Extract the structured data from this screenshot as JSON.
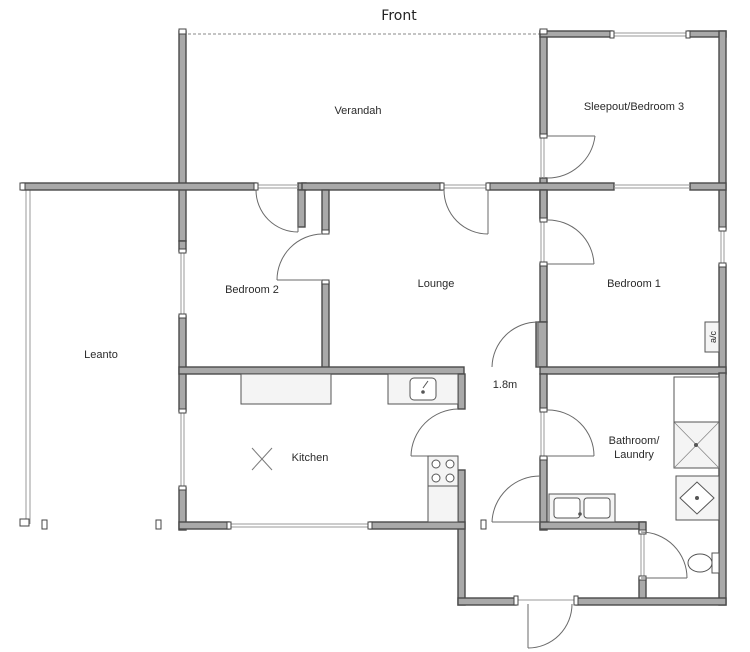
{
  "plan": {
    "title": "Front",
    "rooms": {
      "verandah": "Verandah",
      "sleepout": "Sleepout/Bedroom 3",
      "bedroom2": "Bedroom 2",
      "lounge": "Lounge",
      "bedroom1": "Bedroom 1",
      "leanto": "Leanto",
      "kitchen": "Kitchen",
      "bathroom_line1": "Bathroom/",
      "bathroom_line2": "Laundry"
    },
    "annotations": {
      "ac": "a/c",
      "dimension": "1.8m"
    }
  }
}
